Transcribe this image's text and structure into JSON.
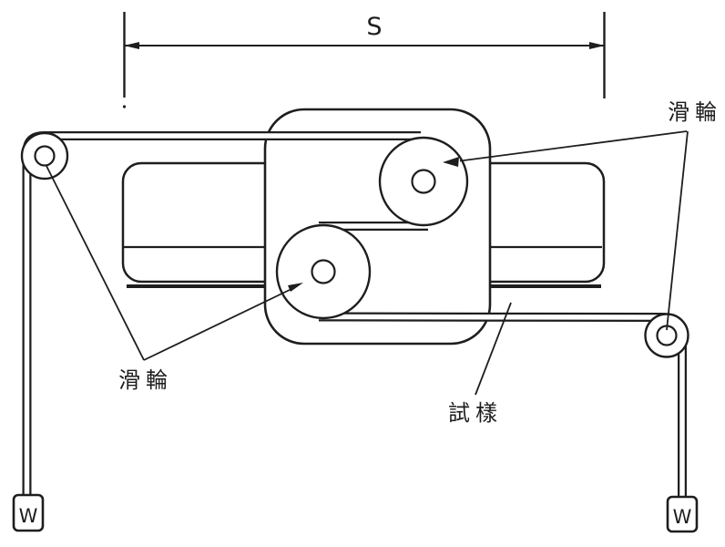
{
  "labels": {
    "dimension": "S",
    "pulley_right": "滑輪",
    "pulley_left": "滑輪",
    "specimen": "試樣",
    "weight_left": "W",
    "weight_right": "W"
  },
  "colors": {
    "line": "#1e1e1e",
    "background": "#ffffff"
  }
}
